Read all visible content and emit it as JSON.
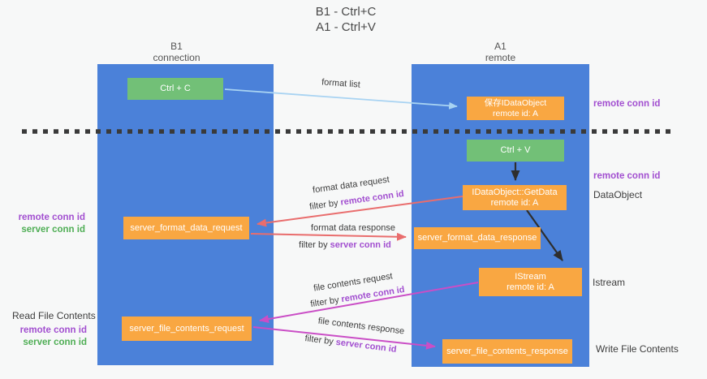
{
  "title": {
    "line1": "B1 - Ctrl+C",
    "line2": "A1 - Ctrl+V"
  },
  "lanes": {
    "left": {
      "name": "B1",
      "subtitle": "connection"
    },
    "right": {
      "name": "A1",
      "subtitle": "remote"
    }
  },
  "boxes": {
    "ctrl_c": {
      "label": "Ctrl + C"
    },
    "ctrl_v": {
      "label": "Ctrl + V"
    },
    "save_dataobject": {
      "line1": "保存IDataObject",
      "line2": "remote id: A"
    },
    "getdata": {
      "line1": "IDataObject::GetData",
      "line2": "remote id: A"
    },
    "istream": {
      "line1": "IStream",
      "line2": "remote id: A"
    },
    "server_format_data_request": {
      "label": "server_format_data_request"
    },
    "server_format_data_response": {
      "label": "server_format_data_response"
    },
    "server_file_contents_request": {
      "label": "server_file_contents_request"
    },
    "server_file_contents_response": {
      "label": "server_file_contents_response"
    }
  },
  "arrows": {
    "format_list": {
      "label": "format list"
    },
    "format_data_request": {
      "label": "format data request",
      "filter_prefix": "filter by ",
      "filter_key": "remote conn id"
    },
    "format_data_response": {
      "label": "format data response",
      "filter_prefix": "filter by ",
      "filter_key": "server conn id"
    },
    "file_contents_request": {
      "label": "file contents request",
      "filter_prefix": "filter by ",
      "filter_key": "remote conn id"
    },
    "file_contents_response": {
      "label": "file contents response",
      "filter_prefix": "filter by ",
      "filter_key": "server conn id"
    }
  },
  "annotations": {
    "right_top_conn_id": "remote conn id",
    "right_mid_conn_id": "remote conn id",
    "dataobject": "DataObject",
    "istream": "Istream",
    "write_file_contents": "Write File Contents",
    "left_mid_remote": "remote conn id",
    "left_mid_server": "server conn id",
    "read_file_contents": "Read File Contents",
    "left_bottom_remote": "remote conn id",
    "left_bottom_server": "server conn id"
  },
  "colors": {
    "lane_blue": "#4b81d9",
    "box_green": "#72c077",
    "box_orange": "#f9a742",
    "arrow_lightblue": "#a8d3f2",
    "arrow_red": "#e96d6d",
    "arrow_magenta": "#ca4ec6",
    "arrow_black": "#2e2e2e",
    "text_purple": "#a24fd0",
    "text_green": "#4fae55",
    "dashed_line": "#3a3a3a"
  }
}
